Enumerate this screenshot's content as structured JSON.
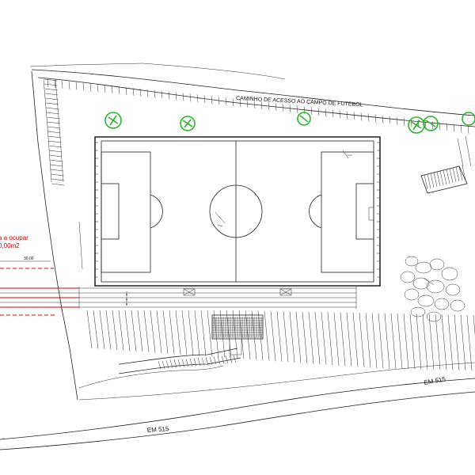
{
  "labels": {
    "access_road": "CAMINHO DE ACESSO AO CAMPO DE FUTEBOL",
    "road_em515_right": "EM 515",
    "road_em515_bottom": "EM 515",
    "area_title": "a a ocupar",
    "area_value": "0,00m2",
    "dimension": "30,00"
  },
  "colors": {
    "lines": "#222222",
    "trees": "#2bb52b",
    "area_marking": "#d40000",
    "background": "#ffffff"
  }
}
